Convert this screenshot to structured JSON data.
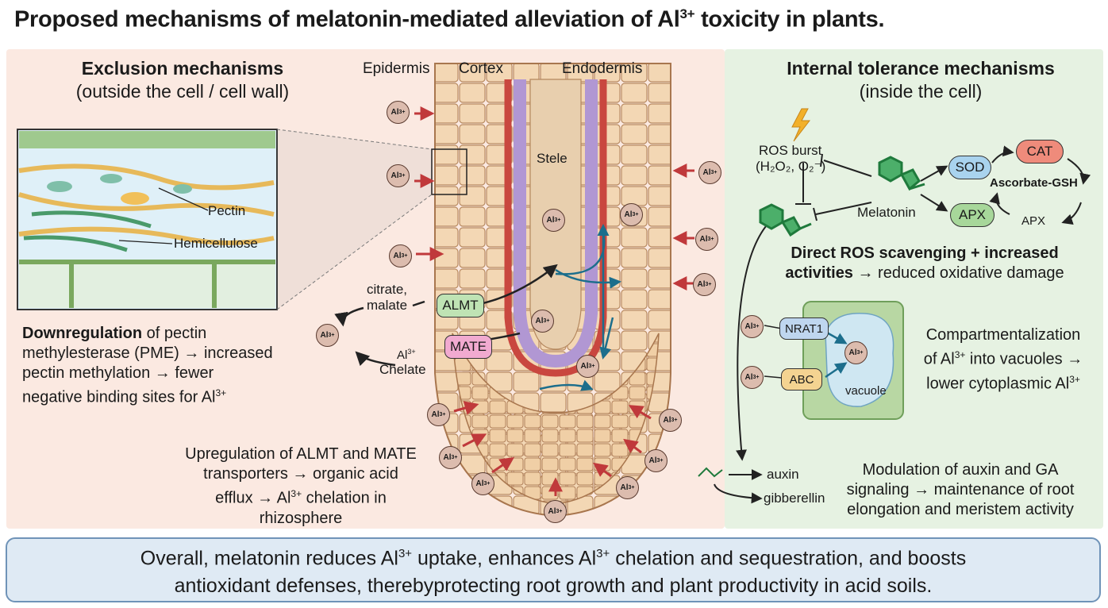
{
  "title": {
    "main": "Proposed mechanisms of melatonin-mediated alleviation of Al",
    "sup": "3+",
    "tail": " toxicity in plants."
  },
  "exclusion": {
    "heading": "Exclusion mechanisms",
    "subheading": "(outside the cell / cell wall)"
  },
  "tissue_labels": {
    "epidermis": "Epidermis",
    "cortex": "Cortex",
    "endodermis": "Endodermis",
    "stele": "Stele"
  },
  "cell_wall": {
    "pectin": "Pectin",
    "hemicellulose": "Hemicellulose"
  },
  "pme_text": {
    "bold": "Downregulation",
    "line1": " of pectin",
    "line2": "methylesterase (PME) → increased",
    "line3": "pectin methylation → fewer",
    "line4": "negative binding sites for Al",
    "sup": "3+"
  },
  "efflux": {
    "citrate": "citrate,",
    "malate": "malate",
    "al": "Al",
    "sup": "3+",
    "chelate": "Chelate",
    "almt": "ALMT",
    "mate": "MATE"
  },
  "upreg_text": {
    "line1": "Upregulation of ALMT and MATE",
    "line2": "transporters → organic acid",
    "line3": "efflux → Al",
    "line3_sup": "3+",
    "line3_tail": " chelation in",
    "line4": "rhizosphere"
  },
  "ion_label": "Al",
  "ion_sup": "3+",
  "internal": {
    "heading": "Internal tolerance mechanisms",
    "subheading": "(inside the cell)"
  },
  "ros": {
    "burst": "ROS burst",
    "species": "(H₂O₂, O₂⁻)",
    "melatonin": "Melatonin",
    "sod": "SOD",
    "cat": "CAT",
    "apx_box": "APX",
    "apx": "APX",
    "cycle": "Ascorbate-GSH",
    "text_bold1": "Direct ROS scavenging + increased",
    "text_bold2": "activities",
    "text_tail2": " → reduced oxidative damage"
  },
  "vacuole": {
    "nrat1": "NRAT1",
    "abc": "ABC",
    "vacuole": "vacuole",
    "line1": "Compartmentalization",
    "line2": "of Al",
    "line2_sup": "3+",
    "line2_tail": " into vacuoles →",
    "line3": "lower cytoplasmic Al",
    "line3_sup": "3+"
  },
  "hormone": {
    "auxin": "auxin",
    "gibberellin": "gibberellin",
    "line1": "Modulation of auxin and GA",
    "line2": "signaling → maintenance of root",
    "line3": "elongation and meristem activity"
  },
  "summary": {
    "l1_a": "Overall, melatonin reduces Al",
    "l1_sup1": "3+",
    "l1_b": " uptake, enhances Al",
    "l1_sup2": "3+",
    "l1_c": " chelation and sequestration, and boosts",
    "line2": "antioxidant defenses, therebyprotecting root growth and plant productivity in acid soils."
  },
  "colors": {
    "left_bg": "#fbe9e1",
    "right_bg": "#e6f2e2",
    "summary_bg": "#dfeaf4",
    "arrow_red": "#c0393b",
    "arrow_blue": "#1c6e8c"
  }
}
